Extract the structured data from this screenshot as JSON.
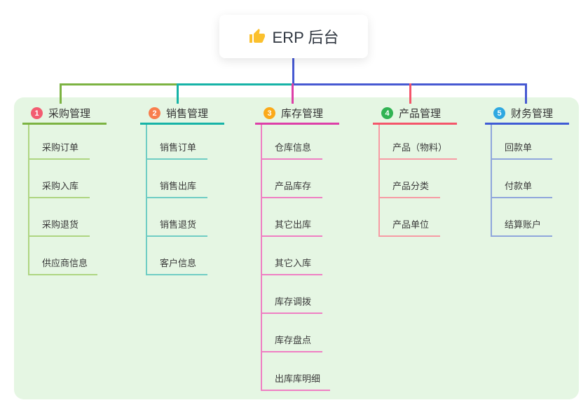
{
  "root": {
    "title": "ERP 后台",
    "icon": "thumbs-up-icon"
  },
  "branches": [
    {
      "num": "1",
      "label": "采购管理",
      "accent_color": "#7cb342",
      "badge_color": "#f35c71",
      "children": [
        "采购订单",
        "采购入库",
        "采购退货",
        "供应商信息"
      ]
    },
    {
      "num": "2",
      "label": "销售管理",
      "accent_color": "#16b3a7",
      "badge_color": "#f87e4d",
      "children": [
        "销售订单",
        "销售出库",
        "销售退货",
        "客户信息"
      ]
    },
    {
      "num": "3",
      "label": "库存管理",
      "accent_color": "#dd3fa8",
      "badge_color": "#fba919",
      "children": [
        "仓库信息",
        "产品库存",
        "其它出库",
        "其它入库",
        "库存调拨",
        "库存盘点",
        "出库库明细"
      ]
    },
    {
      "num": "4",
      "label": "产品管理",
      "accent_color": "#f4556a",
      "badge_color": "#31b353",
      "children": [
        "产品（物料）",
        "产品分类",
        "产品单位"
      ]
    },
    {
      "num": "5",
      "label": "财务管理",
      "accent_color": "#3f5bd5",
      "badge_color": "#2fa8e1",
      "children": [
        "回款单",
        "付款单",
        "结算账户"
      ]
    }
  ],
  "colors": {
    "panel_background": "#e5f6e3",
    "root_connector": "#4659d2",
    "thumb_icon": "#fbc02d",
    "text": "#333333"
  }
}
